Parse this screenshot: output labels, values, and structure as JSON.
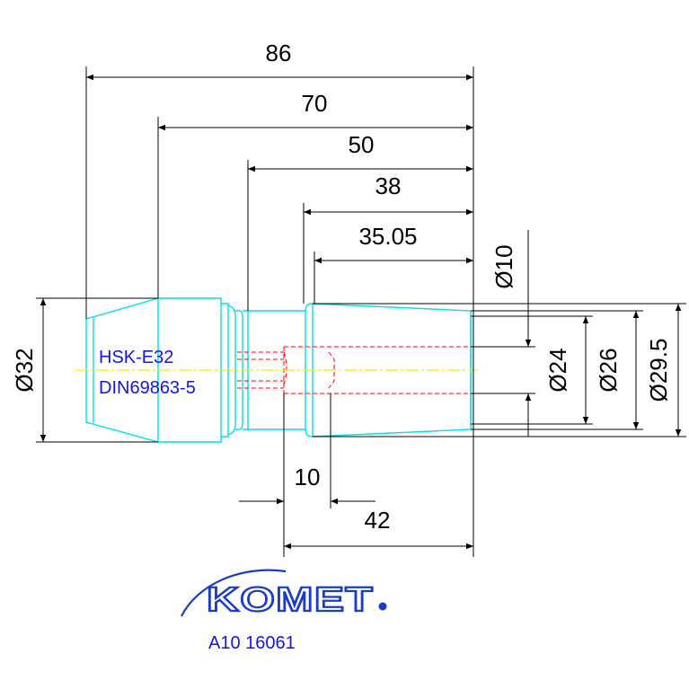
{
  "dimensions": {
    "d86": "86",
    "d70": "70",
    "d50": "50",
    "d38": "38",
    "d35": "35.05",
    "d10_bottom": "10",
    "d42": "42",
    "dia32": "Ø32",
    "dia10": "Ø10",
    "dia24": "Ø24",
    "dia26": "Ø26",
    "dia29": "Ø29.5"
  },
  "labels": {
    "standard": "HSK-E32",
    "norm": "DIN69863-5"
  },
  "logo": {
    "brand": "KOMET",
    "part_number": "A10 16061"
  },
  "colors": {
    "part_outline": "#00e0e8",
    "dimension": "#000000",
    "hidden_line": "#ff0000",
    "center_line": "#f0f000",
    "text_blue": "#1414e6",
    "logo_blue": "#1a3cc8"
  }
}
